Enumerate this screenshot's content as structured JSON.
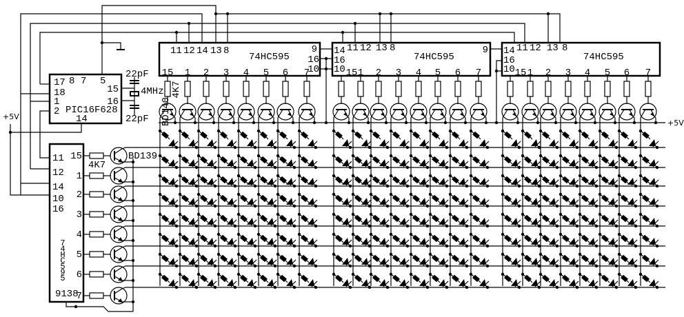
{
  "colors": {
    "ink": "#000000",
    "background": "#ffffff"
  },
  "supply_label": "+5V",
  "mcu": {
    "name": "PIC16F628",
    "pins_left": [
      "17",
      "18",
      "1",
      "2"
    ],
    "pins_top": [
      "8",
      "7",
      "5"
    ],
    "pins_right": [
      "15",
      "16"
    ],
    "pin_bottom": "14"
  },
  "crystal": {
    "cap_top": "22pF",
    "cap_bottom": "22pF",
    "freq": "4MHz"
  },
  "column_chips": [
    {
      "name": "74HC595",
      "pins_top": [
        "11",
        "12",
        "14",
        "13",
        "8"
      ],
      "pins_left": [],
      "pin_right": "9",
      "pins_right_extra": [
        "16",
        "10"
      ],
      "outputs": [
        "15",
        "1",
        "2",
        "3",
        "4",
        "5",
        "6",
        "7"
      ]
    },
    {
      "name": "74HC595",
      "pins_top": [
        "11",
        "12",
        "13",
        "8"
      ],
      "pins_left": [
        "14",
        "16",
        "10"
      ],
      "pin_right": "9",
      "pins_right_extra": [],
      "outputs": [
        "15",
        "1",
        "2",
        "3",
        "4",
        "5",
        "6",
        "7"
      ]
    },
    {
      "name": "74HC595",
      "pins_top": [
        "11",
        "12",
        "13",
        "8"
      ],
      "pins_left": [
        "14",
        "16",
        "10"
      ],
      "pin_right": "",
      "pins_right_extra": [],
      "outputs": [
        "15",
        "1",
        "2",
        "3",
        "4",
        "5",
        "6",
        "7"
      ]
    }
  ],
  "row_chip": {
    "name": "74HC595",
    "pins_left": [
      "11",
      "12",
      "14",
      "10",
      "16"
    ],
    "outputs": [
      "15",
      "1",
      "2",
      "3",
      "4",
      "5",
      "6",
      "7"
    ],
    "pins_bottom": "9138"
  },
  "column_resistor": "4K7",
  "column_transistor": "BD140",
  "row_resistor": "4K7",
  "row_transistor": "BD139",
  "matrix": {
    "rows": 8,
    "columns": 24
  }
}
